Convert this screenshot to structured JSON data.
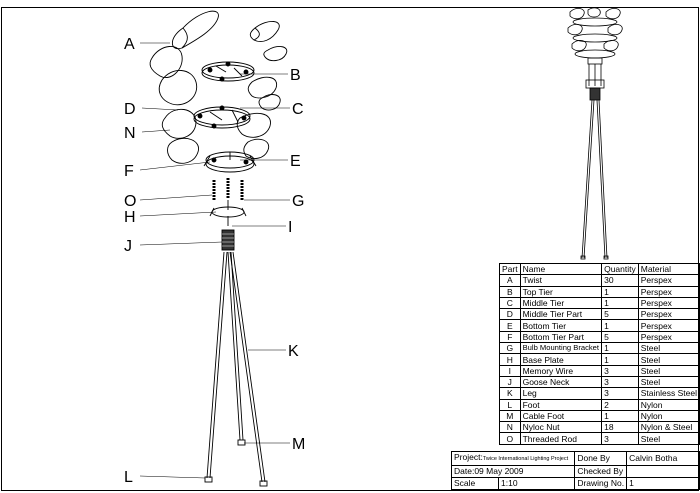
{
  "callouts": [
    "A",
    "B",
    "C",
    "D",
    "E",
    "F",
    "G",
    "H",
    "I",
    "J",
    "K",
    "L",
    "M",
    "N",
    "O"
  ],
  "parts_table": {
    "headers": [
      "Part",
      "Name",
      "Quantity",
      "Material"
    ],
    "rows": [
      [
        "A",
        "Twist",
        "30",
        "Perspex"
      ],
      [
        "B",
        "Top Tier",
        "1",
        "Perspex"
      ],
      [
        "C",
        "Middle Tier",
        "1",
        "Perspex"
      ],
      [
        "D",
        "Middle Tier Part",
        "5",
        "Perspex"
      ],
      [
        "E",
        "Bottom Tier",
        "1",
        "Perspex"
      ],
      [
        "F",
        "Bottom Tier Part",
        "5",
        "Perspex"
      ],
      [
        "G",
        "Bulb Mounting Bracket",
        "1",
        "Steel"
      ],
      [
        "H",
        "Base Plate",
        "1",
        "Steel"
      ],
      [
        "I",
        "Memory Wire",
        "3",
        "Steel"
      ],
      [
        "J",
        "Goose Neck",
        "3",
        "Steel"
      ],
      [
        "K",
        "Leg",
        "3",
        "Stainless Steel"
      ],
      [
        "L",
        "Foot",
        "2",
        "Nylon"
      ],
      [
        "M",
        "Cable Foot",
        "1",
        "Nylon"
      ],
      [
        "N",
        "Nyloc Nut",
        "18",
        "Nylon & Steel"
      ],
      [
        "O",
        "Threaded Rod",
        "3",
        "Steel"
      ]
    ]
  },
  "title_block": {
    "project_label": "Project:",
    "project_value": "Twice International Lighting Project",
    "done_by_label": "Done By",
    "done_by_value": "Calvin Botha",
    "date_label": "Date:",
    "date_value": "09 May 2009",
    "checked_by_label": "Checked By",
    "scale_label": "Scale",
    "scale_value": "1:10",
    "drawing_no_label": "Drawing No.",
    "drawing_no_value": "1"
  }
}
